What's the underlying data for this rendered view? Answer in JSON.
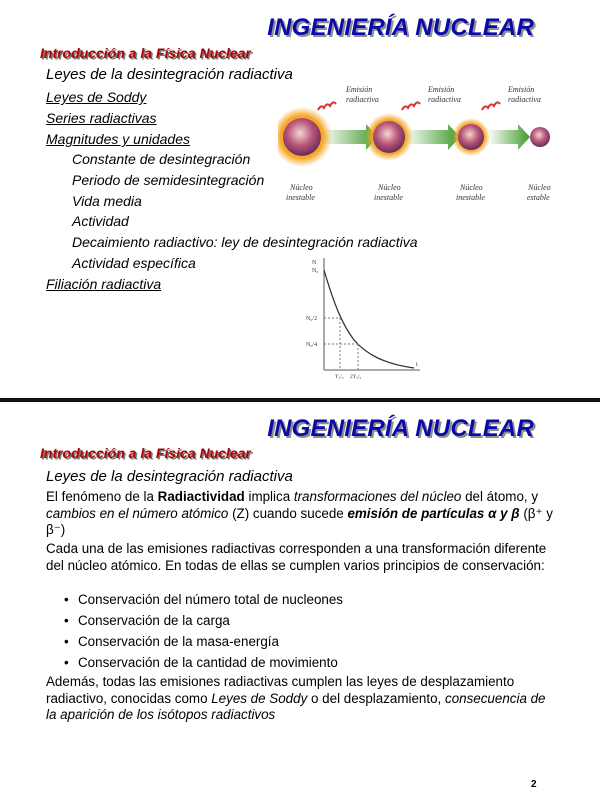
{
  "slide1": {
    "title": "INGENIERÍA NUCLEAR",
    "subtitle": "Introducción a la Física Nuclear",
    "section": "Leyes de la desintegración radiactiva",
    "items": [
      "Leyes de Soddy",
      "Series radiactivas",
      "Magnitudes y unidades",
      "Constante de desintegración",
      "Periodo de semidesintegración",
      "Vida media",
      "Actividad",
      "Decaimiento radiactivo: ley de desintegración radiactiva",
      "Actividad específica",
      "Filiación radiactiva"
    ],
    "figure": {
      "emission_label_1": "Emisión",
      "emission_label_2": "radiactiva",
      "nucleus_unstable_1": "Núcleo",
      "nucleus_unstable_2": "inestable",
      "nucleus_stable_2": "estable"
    },
    "graph": {
      "y_label_1": "N",
      "y_label_2": "N₀",
      "tick_half": "N₀/2",
      "tick_quarter": "N₀/4",
      "x_label": "t",
      "x_tick_1": "T₁/₂",
      "x_tick_2": "2T₁/₂"
    }
  },
  "slide2": {
    "title": "INGENIERÍA NUCLEAR",
    "subtitle": "Introducción a la Física Nuclear",
    "section": "Leyes de la desintegración radiactiva",
    "p1": {
      "t1": "El fenómeno de la ",
      "b1": "Radiactividad",
      "t2": " implica ",
      "i1": "transformaciones del núcleo",
      "t3": " del átomo, y ",
      "i2": "cambios en el número atómico",
      "t4": " (Z) cuando sucede ",
      "i3": "emisión de partículas α y β",
      "t5": " (β⁺ y β⁻)"
    },
    "p2": "Cada una de las emisiones radiactivas corresponden a una transformación diferente del núcleo atómico. En todas de ellas se cumplen varios principios de conservación:",
    "bullets": [
      "Conservación del número total de nucleones",
      "Conservación de la carga",
      "Conservación de la masa-energía",
      "Conservación de la cantidad de movimiento"
    ],
    "p3": {
      "t1": "Además, todas las emisiones radiactivas cumplen las leyes de desplazamiento radiactivo, conocidas como ",
      "i1": "Leyes de Soddy",
      "t2": " o del desplazamiento, ",
      "i2": "consecuencia de la aparición de los isótopos radiactivos"
    },
    "page_number": "2"
  }
}
